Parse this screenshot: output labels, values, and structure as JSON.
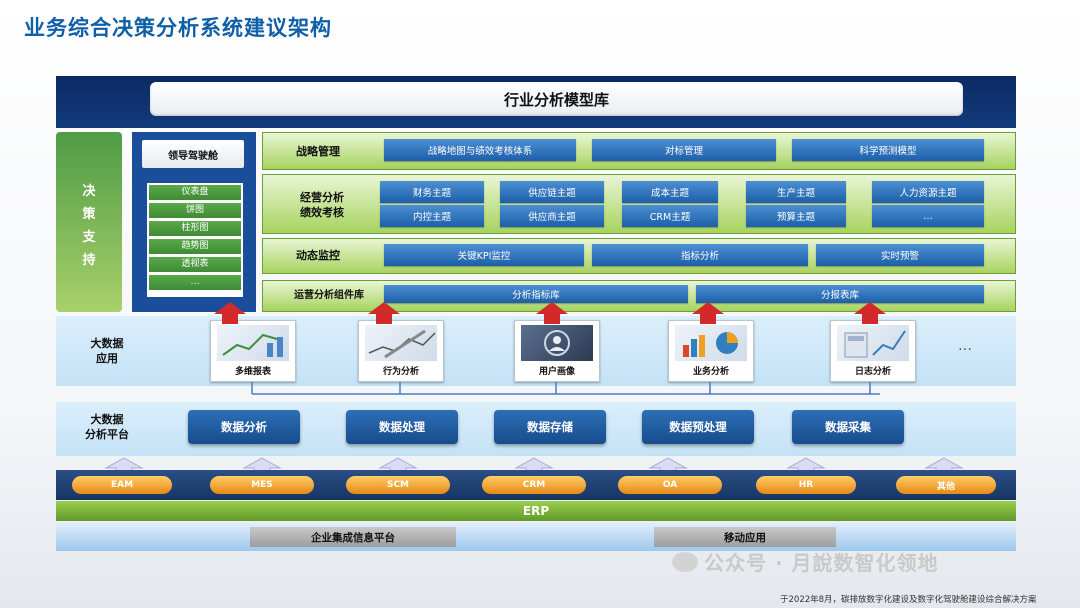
{
  "title": "业务综合决策分析系统建议架构",
  "top": {
    "model_library": "行业分析模型库"
  },
  "left": {
    "chars": [
      "决",
      "策",
      "支",
      "持"
    ]
  },
  "dashboard": {
    "title": "领导驾驶舱",
    "items": [
      "仪表盘",
      "饼图",
      "柱形图",
      "趋势图",
      "透视表",
      "…"
    ]
  },
  "rows": {
    "strategy": {
      "label": "战略管理",
      "items": [
        "战略地图与绩效考核体系",
        "对标管理",
        "科学预测模型"
      ]
    },
    "operation": {
      "label_line1": "经营分析",
      "label_line2": "绩效考核",
      "top": [
        "财务主题",
        "供应链主题",
        "成本主题",
        "生产主题",
        "人力资源主题"
      ],
      "bottom": [
        "内控主题",
        "供应商主题",
        "CRM主题",
        "预算主题",
        "…"
      ]
    },
    "monitor": {
      "label": "动态监控",
      "items": [
        "关键KPI监控",
        "指标分析",
        "实时预警"
      ]
    },
    "component": {
      "label": "运营分析组件库",
      "items": [
        "分析指标库",
        "分报表库"
      ]
    }
  },
  "bigdata_app": {
    "label_line1": "大数据",
    "label_line2": "应用",
    "cards": [
      "多维报表",
      "行为分析",
      "用户画像",
      "业务分析",
      "日志分析"
    ],
    "more": "…"
  },
  "bigdata_platform": {
    "label_line1": "大数据",
    "label_line2": "分析平台",
    "buttons": [
      "数据分析",
      "数据处理",
      "数据存储",
      "数据预处理",
      "数据采集"
    ]
  },
  "systems": [
    "EAM",
    "MES",
    "SCM",
    "CRM",
    "OA",
    "HR",
    "其他"
  ],
  "erp": "ERP",
  "bottom": {
    "left": "企业集成信息平台",
    "right": "移动应用"
  },
  "watermark": "公众号 · 月說数智化领地",
  "source": "于2022年8月，碳排放数字化建设及数字化驾驶舱建设综合解决方案",
  "colors": {
    "navy": "#0b2a63",
    "green": "#a7d35f",
    "blue_button": "#1d5fa8",
    "orange": "#e68a18"
  }
}
